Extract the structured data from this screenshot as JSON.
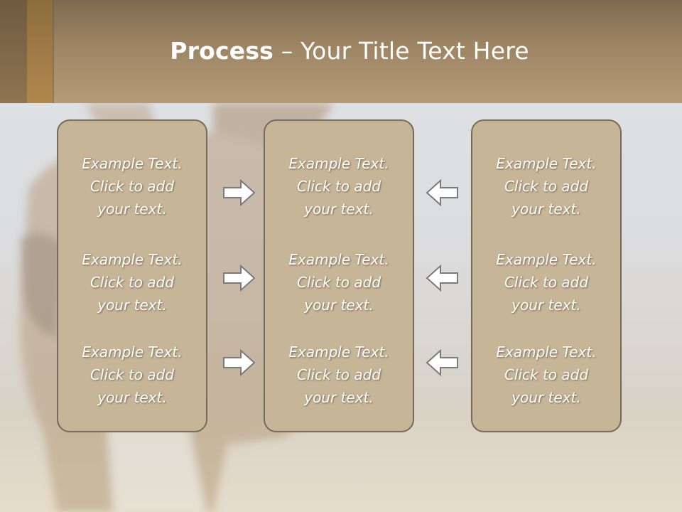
{
  "title": {
    "bold": "Process",
    "rest": " – Your Title Text Here"
  },
  "columns": [
    {
      "items": [
        {
          "line1": "Example Text.",
          "line2": "Click  to add",
          "line3": "your text."
        },
        {
          "line1": "Example Text.",
          "line2": "Click  to add",
          "line3": "your text."
        },
        {
          "line1": "Example Text.",
          "line2": "Click  to add",
          "line3": "your text."
        }
      ]
    },
    {
      "items": [
        {
          "line1": "Example Text.",
          "line2": "Click  to add",
          "line3": "your text."
        },
        {
          "line1": "Example Text.",
          "line2": "Click  to add",
          "line3": "your text."
        },
        {
          "line1": "Example Text.",
          "line2": "Click  to add",
          "line3": "your text."
        }
      ]
    },
    {
      "items": [
        {
          "line1": "Example Text.",
          "line2": "Click  to add",
          "line3": "your text."
        },
        {
          "line1": "Example Text.",
          "line2": "Click  to add",
          "line3": "your text."
        },
        {
          "line1": "Example Text.",
          "line2": "Click  to add",
          "line3": "your text."
        }
      ]
    }
  ],
  "arrows": {
    "left_group": "arrow-right-icon",
    "right_group": "arrow-left-icon"
  },
  "colors": {
    "header": "#9b8362",
    "box_fill": "#c7b597",
    "box_border": "#766a5b",
    "text": "#ffffff"
  }
}
